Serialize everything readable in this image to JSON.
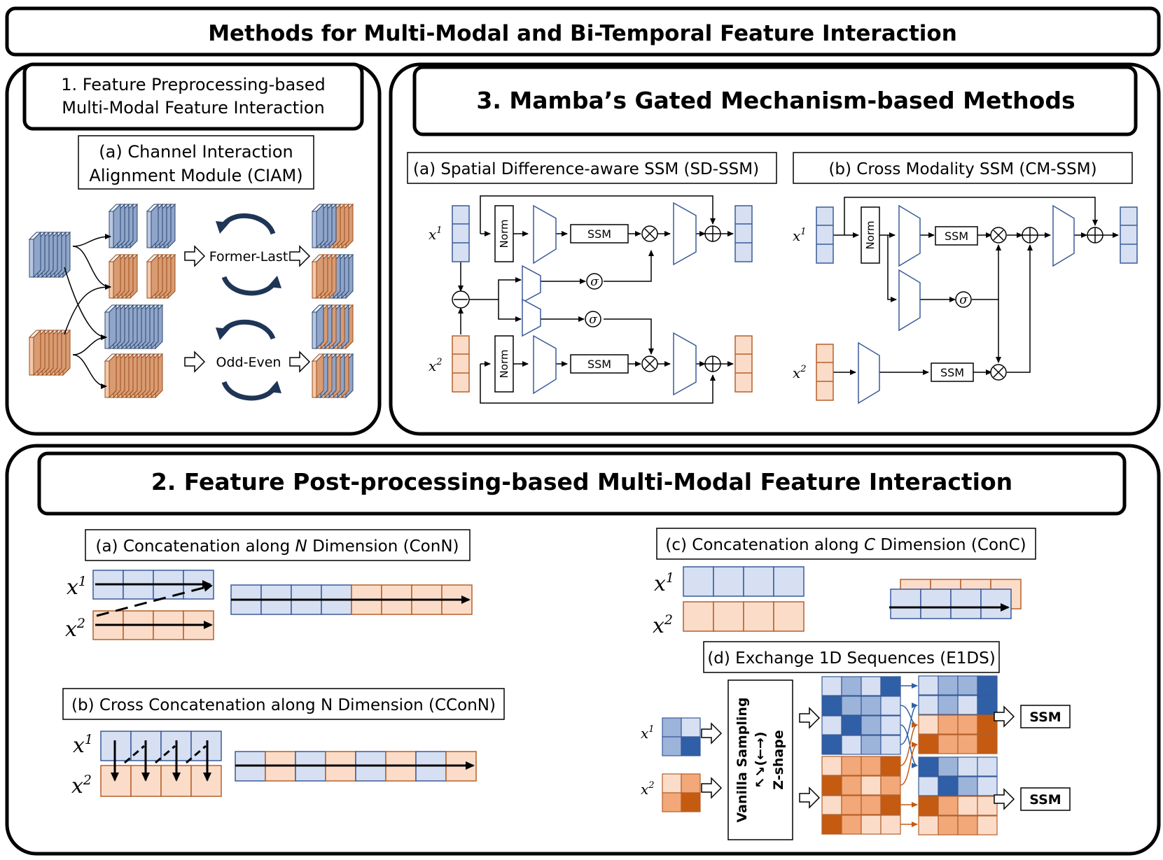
{
  "title": "Methods for Multi-Modal and Bi-Temporal Feature Interaction",
  "section1": {
    "title_line1": "1. Feature Preprocessing-based",
    "title_line2": "Multi-Modal Feature Interaction",
    "sub_line1": "(a) Channel Interaction",
    "sub_line2": "Alignment Module (CIAM)",
    "former_last": "Former-Last",
    "odd_even": "Odd-Even"
  },
  "section3": {
    "title": "3. Mamba’s Gated Mechanism-based Methods",
    "sd_ssm": "(a)   Spatial Difference-aware SSM (SD-SSM)",
    "cm_ssm": "(b) Cross Modality SSM (CM-SSM)",
    "norm": "Norm",
    "ssm": "SSM",
    "sigma": "σ",
    "x": "x",
    "sup1": "1",
    "sup2": "2"
  },
  "section2": {
    "title": "2. Feature Post-processing-based Multi-Modal Feature Interaction",
    "a_pre": "(a) Concatenation along ",
    "a_dim": "N",
    "a_post": " Dimension (ConN)",
    "b_label": "(b) Cross Concatenation along N Dimension (CConN)",
    "c_pre": "(c) Concatenation along ",
    "c_dim": "C",
    "c_post": " Dimension (ConC)",
    "d_label": "(d) Exchange 1D Sequences (E1DS)",
    "vanilla": "Vanilla Sampling",
    "arrows": "↖↘(←→)",
    "zshape": "Z-shape",
    "ssm": "SSM"
  },
  "colors": {
    "blue_fill": "#d6e0f2",
    "blue_stroke": "#3a5a9a",
    "orange_fill": "#fbdcc8",
    "orange_stroke": "#b5602a",
    "dark_blue": "#2f5fa6",
    "dark_orange": "#c55a11"
  }
}
